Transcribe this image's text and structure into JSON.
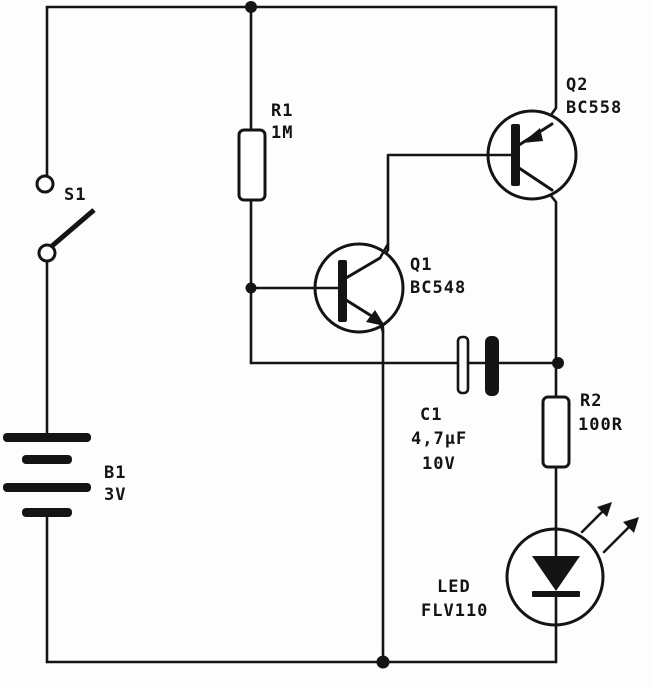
{
  "labels": {
    "s1": "S1",
    "b1_name": "B1",
    "b1_value": "3V",
    "r1_name": "R1",
    "r1_value": "1M",
    "q1_name": "Q1",
    "q1_type": "BC548",
    "q2_name": "Q2",
    "q2_type": "BC558",
    "c1_name": "C1",
    "c1_value": "4,7µF",
    "c1_voltage": "10V",
    "r2_name": "R2",
    "r2_value": "100R",
    "led_name": "LED",
    "led_type": "FLV110"
  },
  "colors": {
    "ink": "#141414",
    "paper": "#fdfdfd"
  }
}
